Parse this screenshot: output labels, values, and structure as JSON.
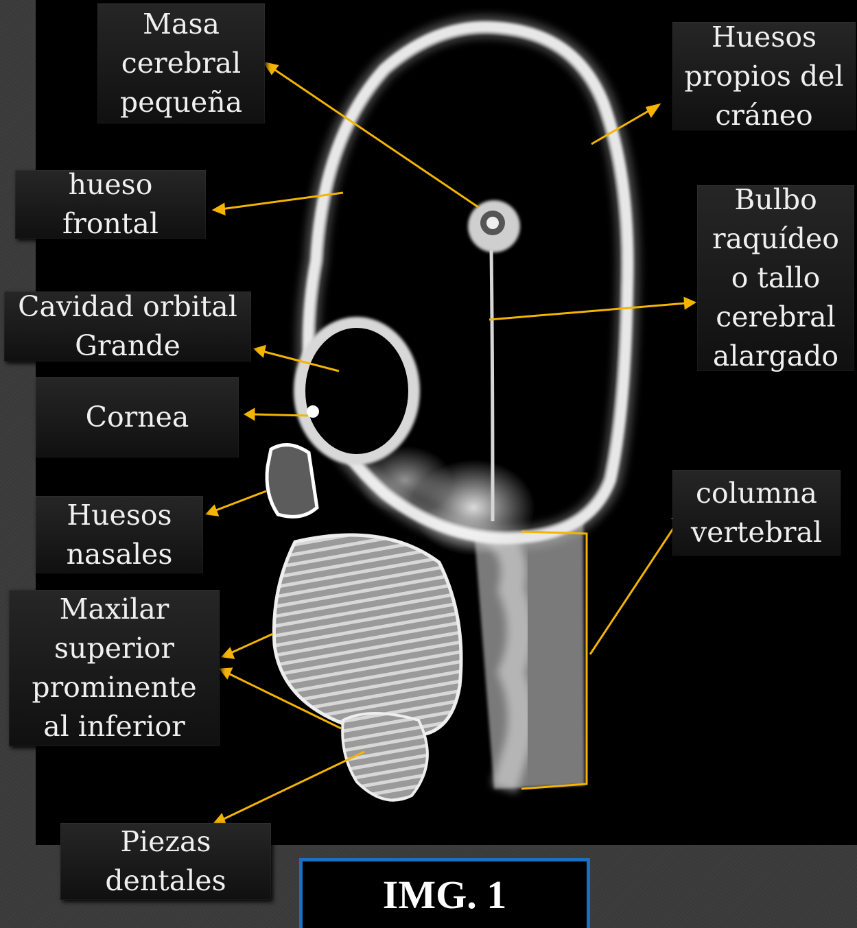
{
  "figure": {
    "caption": "IMG. 1",
    "arrow_color": "#f5b400",
    "caption_border_color": "#1b6fc0",
    "labels": {
      "masa_cerebral": "Masa\ncerebral\npequeña",
      "huesos_craneo": "Huesos\npropios del\ncráneo",
      "hueso_frontal": "hueso\nfrontal",
      "bulbo": "Bulbo\nraquídeo\no tallo\ncerebral\nalargado",
      "cavidad_orbital": "Cavidad orbital\nGrande",
      "cornea": "Cornea",
      "huesos_nasales": "Huesos\nnasales",
      "columna": "columna\nvertebral",
      "maxilar": "Maxilar\nsuperior\nprominente\nal inferior",
      "piezas_dentales": "Piezas\ndentales"
    }
  }
}
